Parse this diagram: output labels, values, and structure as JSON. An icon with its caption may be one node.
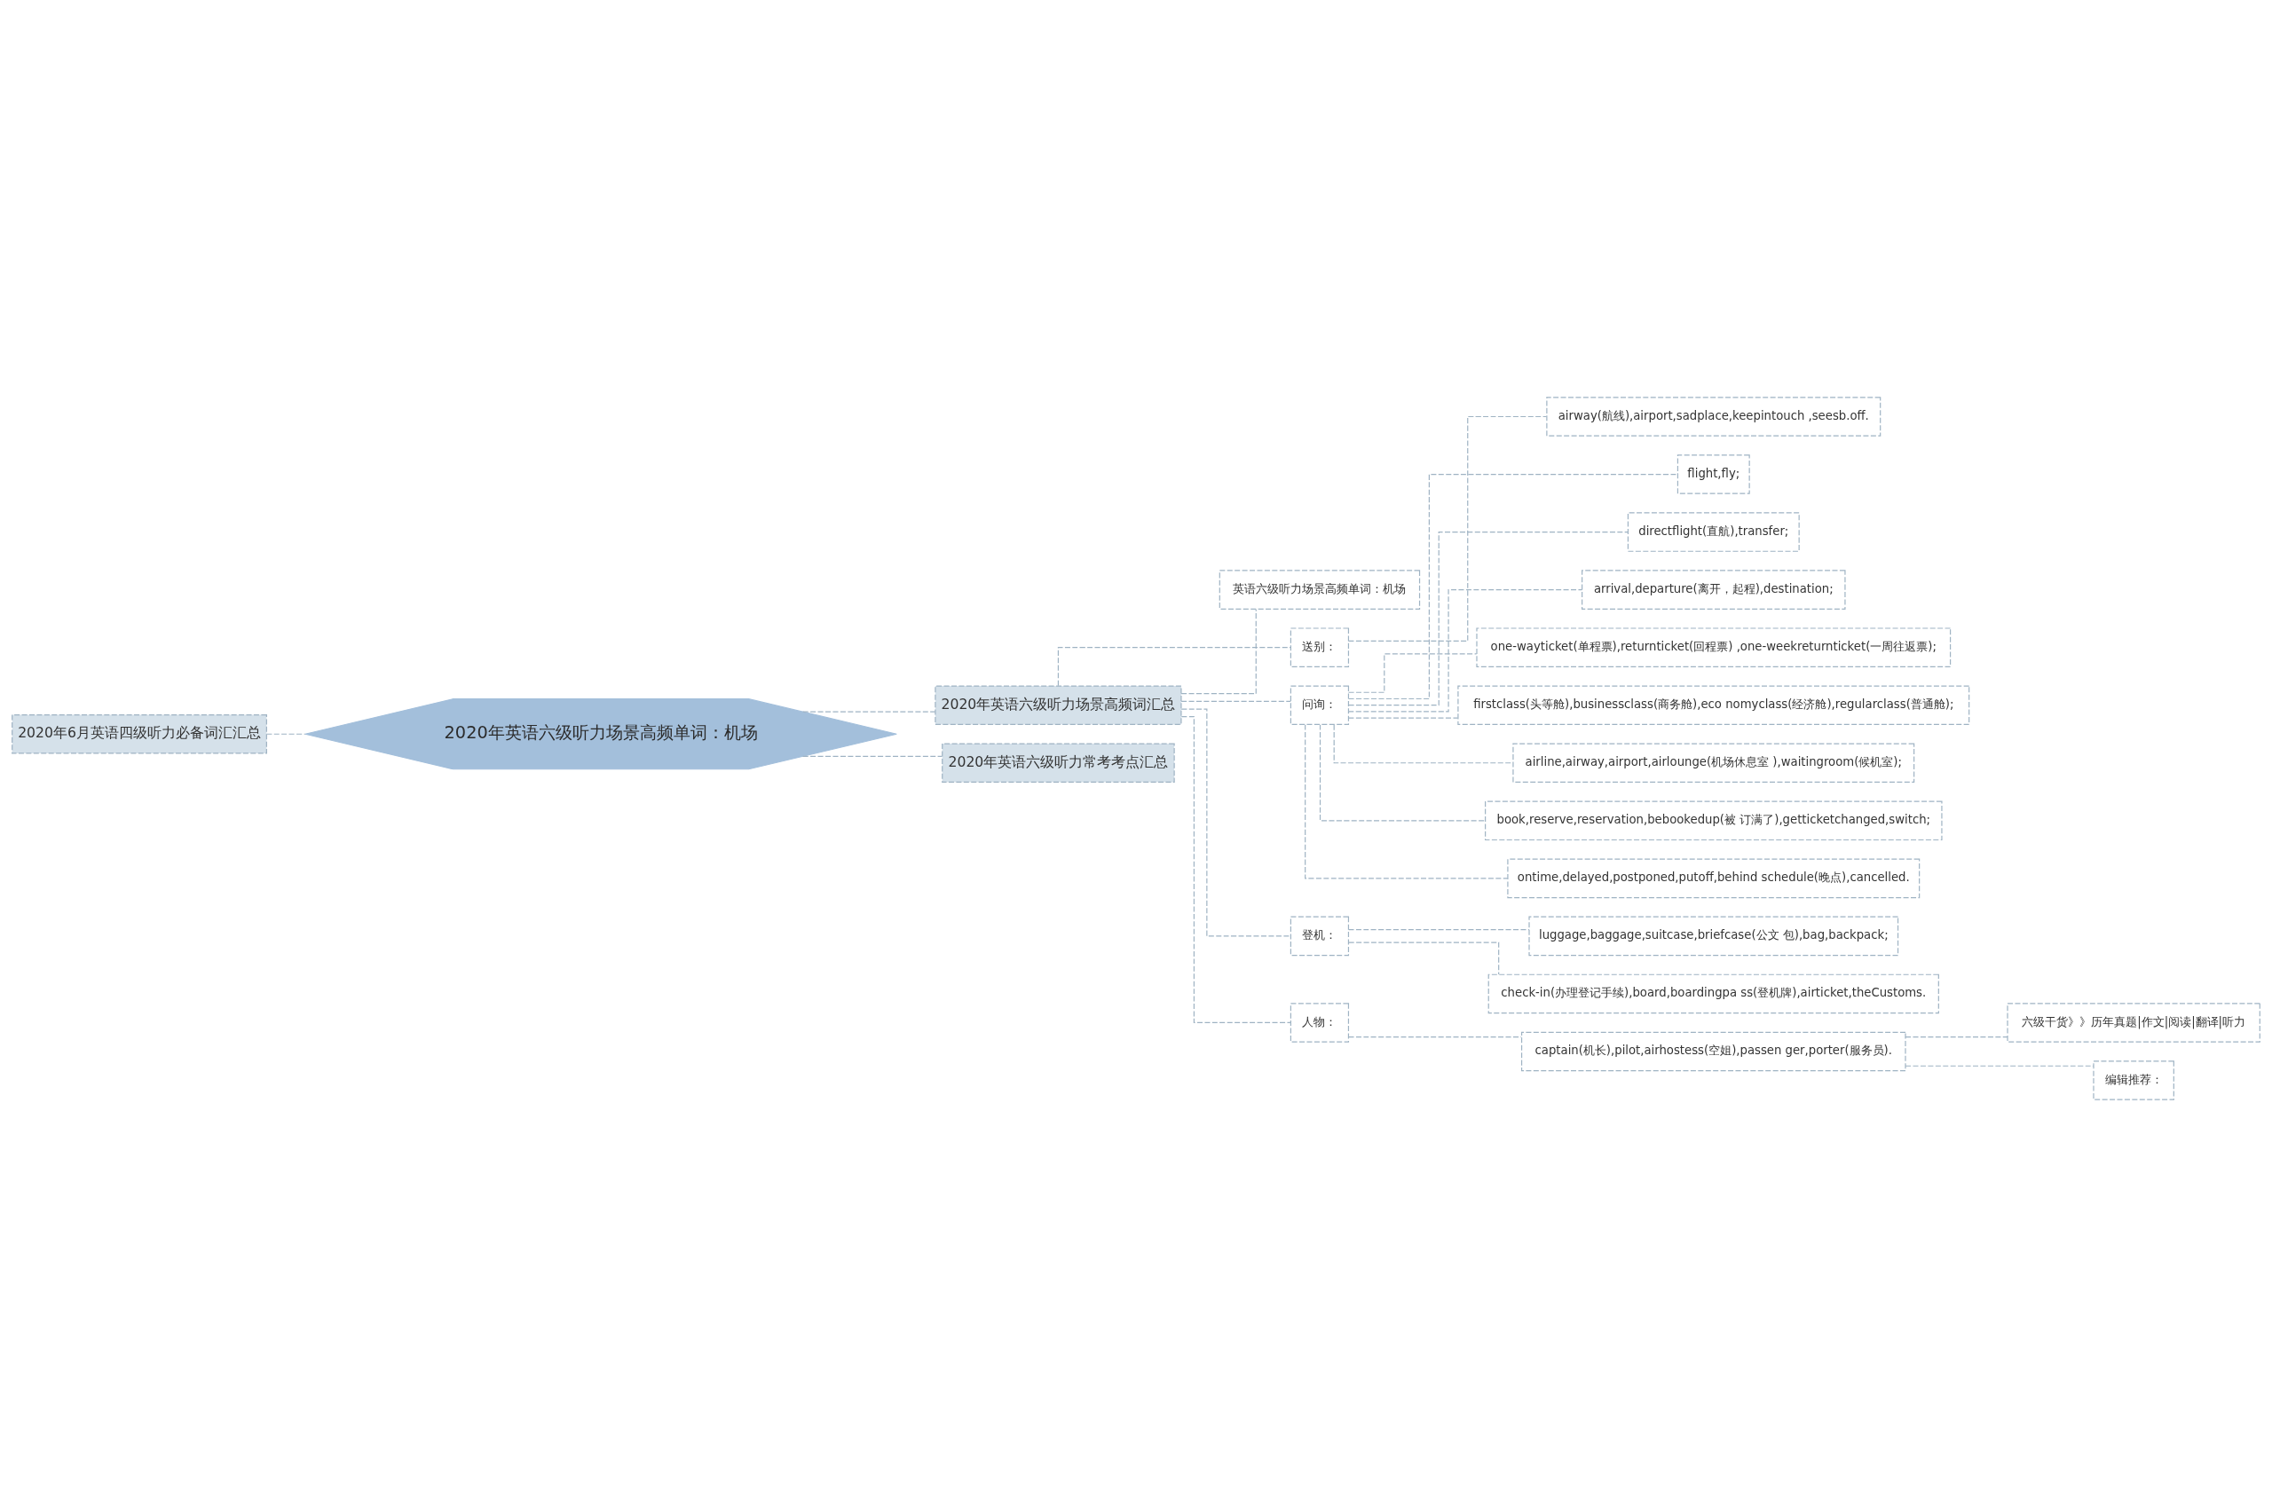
{
  "diagram": {
    "nodes": [
      {
        "text": [
          "2020年英语六级听力场景高频单词：机场"
        ]
      },
      {
        "text": [
          "2020年6月英语四级听力必备词汇汇总"
        ]
      },
      {
        "text": [
          "2020年英语六级听力场景高频词汇总"
        ]
      },
      {
        "text": [
          "英语六级听力场景高频单词：机场"
        ]
      },
      {
        "text": [
          "送别："
        ]
      },
      {
        "text": [
          "airway(航线),airport,sadplace,keepintouch ,seesb.off."
        ]
      },
      {
        "text": [
          "问询："
        ]
      },
      {
        "text": [
          "flight,fly;"
        ]
      },
      {
        "text": [
          "directflight(直航),transfer;"
        ]
      },
      {
        "text": [
          "arrival,departure(离开，起程),destination;"
        ]
      },
      {
        "text": [
          "one-wayticket(单程票),returnticket(回程票) ,one-weekreturnticket(一周往返票);"
        ]
      },
      {
        "text": [
          "firstclass(头等舱),businessclass(商务舱),eco nomyclass(经济舱),regularclass(普通舱);"
        ]
      },
      {
        "text": [
          "airline,airway,airport,airlounge(机场休息室 ),waitingroom(候机室);"
        ]
      },
      {
        "text": [
          "book,reserve,reservation,bebookedup(被 订满了),getticketchanged,switch;"
        ]
      },
      {
        "text": [
          "ontime,delayed,postponed,putoff,behind schedule(晚点),cancelled."
        ]
      },
      {
        "text": [
          "登机："
        ]
      },
      {
        "text": [
          "luggage,baggage,suitcase,briefcase(公文 包),bag,backpack;"
        ]
      },
      {
        "text": [
          "check-in(办理登记手续),board,boardingpa ss(登机牌),airticket,theCustoms."
        ]
      },
      {
        "text": [
          "人物："
        ]
      },
      {
        "text": [
          "captain(机长),pilot,airhostess(空姐),passen ger,porter(服务员)."
        ]
      },
      {
        "text": [
          "六级干货》》历年真题|作文|阅读|翻译|听力"
        ]
      },
      {
        "text": [
          "编辑推荐："
        ]
      },
      {
        "text": [
          "2020年英语六级听力常考考点汇总"
        ]
      }
    ],
    "edges": [
      {
        "from": 0,
        "to": 1,
        "arrow": "none"
      },
      {
        "from": 0,
        "to": 2,
        "arrow": "none"
      },
      {
        "from": 0,
        "to": 22,
        "arrow": "none"
      },
      {
        "from": 2,
        "to": 3,
        "arrow": "none"
      },
      {
        "from": 2,
        "to": 4,
        "arrow": "none"
      },
      {
        "from": 2,
        "to": 6,
        "arrow": "none"
      },
      {
        "from": 2,
        "to": 15,
        "arrow": "none"
      },
      {
        "from": 2,
        "to": 18,
        "arrow": "none"
      },
      {
        "from": 4,
        "to": 5,
        "arrow": "none"
      },
      {
        "from": 6,
        "to": 7,
        "arrow": "none"
      },
      {
        "from": 6,
        "to": 8,
        "arrow": "none"
      },
      {
        "from": 6,
        "to": 9,
        "arrow": "none"
      },
      {
        "from": 6,
        "to": 10,
        "arrow": "none"
      },
      {
        "from": 6,
        "to": 11,
        "arrow": "none"
      },
      {
        "from": 6,
        "to": 12,
        "arrow": "none"
      },
      {
        "from": 6,
        "to": 13,
        "arrow": "none"
      },
      {
        "from": 6,
        "to": 14,
        "arrow": "none"
      },
      {
        "from": 15,
        "to": 16,
        "arrow": "none"
      },
      {
        "from": 15,
        "to": 17,
        "arrow": "none"
      },
      {
        "from": 18,
        "to": 19,
        "arrow": "none"
      },
      {
        "from": 19,
        "to": 20,
        "arrow": "none"
      },
      {
        "from": 19,
        "to": 21,
        "arrow": "none"
      }
    ]
  }
}
